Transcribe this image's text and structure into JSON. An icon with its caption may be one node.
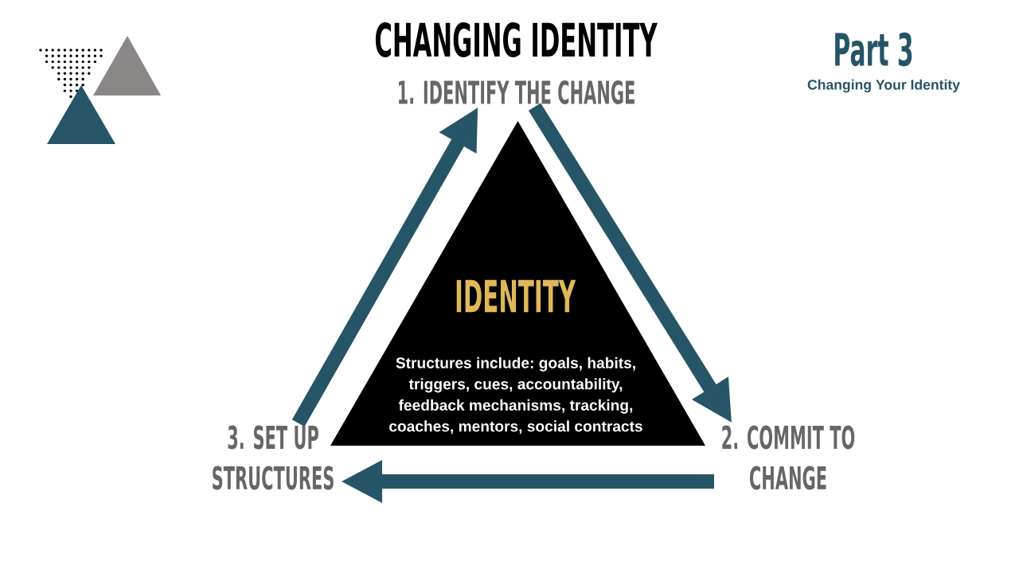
{
  "diagram": {
    "title": "CHANGING IDENTITY",
    "nodes": [
      {
        "text": [
          "1. IDENTIFY THE CHANGE"
        ]
      },
      {
        "text": [
          "2. COMMIT TO CHANGE"
        ]
      },
      {
        "text": [
          "3. SET UP STRUCTURES"
        ]
      },
      {
        "text": [
          "IDENTITY",
          "Structures include: goals, habits, triggers, cues, accountability, feedback mechanisms, tracking, coaches, mentors, social contracts"
        ]
      }
    ],
    "edges": [
      {
        "from": 0,
        "to": 1,
        "arrow": "to"
      },
      {
        "from": 1,
        "to": 2,
        "arrow": "to"
      },
      {
        "from": 2,
        "to": 0,
        "arrow": "to"
      }
    ],
    "labels": [
      "Part 3",
      "Changing Your Identity"
    ]
  }
}
